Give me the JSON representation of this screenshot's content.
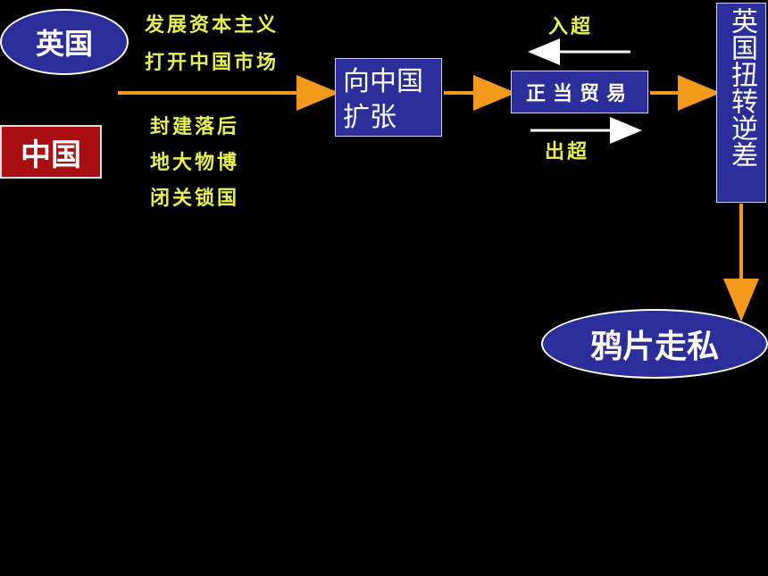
{
  "nodes": {
    "uk": "英国",
    "china": "中国",
    "expand_line1": "向中国",
    "expand_line2": "扩张",
    "legit_trade": "正当贸易",
    "uk_reverse": "英国扭转逆差",
    "opium": "鸦片走私"
  },
  "uk_traits": [
    "发展资本主义",
    "打开中国市场"
  ],
  "china_traits": [
    "封建落后",
    "地大物博",
    "闭关锁国"
  ],
  "trade_flows": {
    "import_surplus": "入超",
    "export_surplus": "出超"
  },
  "colors": {
    "arrow_orange": "#f39a1c",
    "label_yellow": "#e6f050",
    "box_blue": "#2b2e9a",
    "china_red": "#a80e12"
  }
}
